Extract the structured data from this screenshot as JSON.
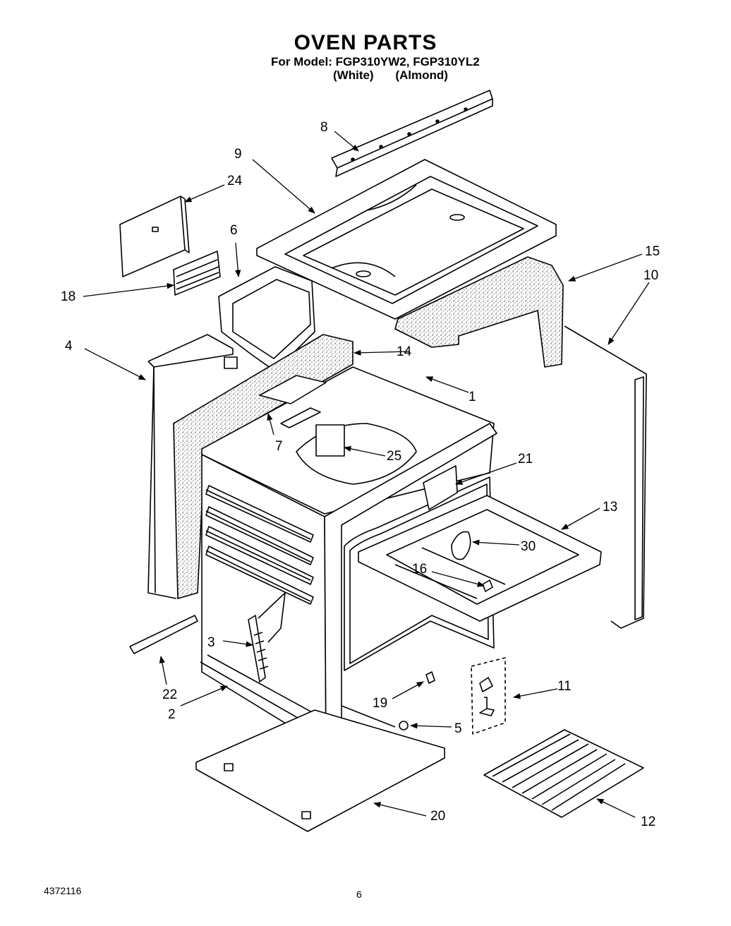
{
  "header": {
    "title": "OVEN PARTS",
    "model_line": "For Model: FGP310YW2, FGP310YL2",
    "variant_white": "(White)",
    "variant_almond": "(Almond)"
  },
  "callouts": [
    {
      "id": "8",
      "label": "8"
    },
    {
      "id": "9",
      "label": "9"
    },
    {
      "id": "24",
      "label": "24"
    },
    {
      "id": "6",
      "label": "6"
    },
    {
      "id": "15",
      "label": "15"
    },
    {
      "id": "10",
      "label": "10"
    },
    {
      "id": "18",
      "label": "18"
    },
    {
      "id": "4",
      "label": "4"
    },
    {
      "id": "14",
      "label": "14"
    },
    {
      "id": "1",
      "label": "1"
    },
    {
      "id": "7",
      "label": "7"
    },
    {
      "id": "25",
      "label": "25"
    },
    {
      "id": "21",
      "label": "21"
    },
    {
      "id": "13",
      "label": "13"
    },
    {
      "id": "30",
      "label": "30"
    },
    {
      "id": "16",
      "label": "16"
    },
    {
      "id": "3",
      "label": "3"
    },
    {
      "id": "11",
      "label": "11"
    },
    {
      "id": "22",
      "label": "22"
    },
    {
      "id": "2",
      "label": "2"
    },
    {
      "id": "19",
      "label": "19"
    },
    {
      "id": "5",
      "label": "5"
    },
    {
      "id": "20",
      "label": "20"
    },
    {
      "id": "12",
      "label": "12"
    }
  ],
  "footer": {
    "doc_number": "4372116",
    "page_number": "6"
  }
}
